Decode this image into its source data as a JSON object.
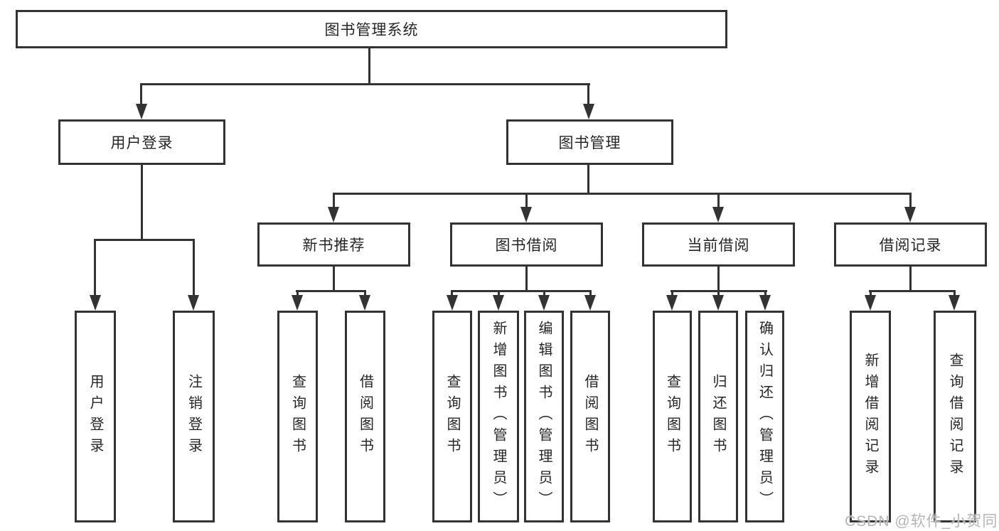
{
  "diagram": {
    "root": {
      "label": "图书管理系统"
    },
    "level2": [
      {
        "label": "用户登录"
      },
      {
        "label": "图书管理"
      }
    ],
    "level3": [
      {
        "label": "新书推荐"
      },
      {
        "label": "图书借阅"
      },
      {
        "label": "当前借阅"
      },
      {
        "label": "借阅记录"
      }
    ],
    "leaves": {
      "user_login": [
        {
          "label": "用户登录"
        },
        {
          "label": "注销登录"
        }
      ],
      "new_book_recommend": [
        {
          "label": "查询图书"
        },
        {
          "label": "借阅图书"
        }
      ],
      "book_borrow": [
        {
          "label": "查询图书"
        },
        {
          "label": "新增图书（管理员）"
        },
        {
          "label": "编辑图书（管理员）"
        },
        {
          "label": "借阅图书"
        }
      ],
      "current_borrow": [
        {
          "label": "查询图书"
        },
        {
          "label": "归还图书"
        },
        {
          "label": "确认归还（管理员）"
        }
      ],
      "borrow_record": [
        {
          "label": "新增借阅记录"
        },
        {
          "label": "查询借阅记录"
        }
      ]
    },
    "watermark": "CSDN @软件_小贺同学",
    "colors": {
      "line": "#333333",
      "text": "#262626",
      "background": "#ffffff",
      "watermark": "#b5b5b5"
    }
  }
}
